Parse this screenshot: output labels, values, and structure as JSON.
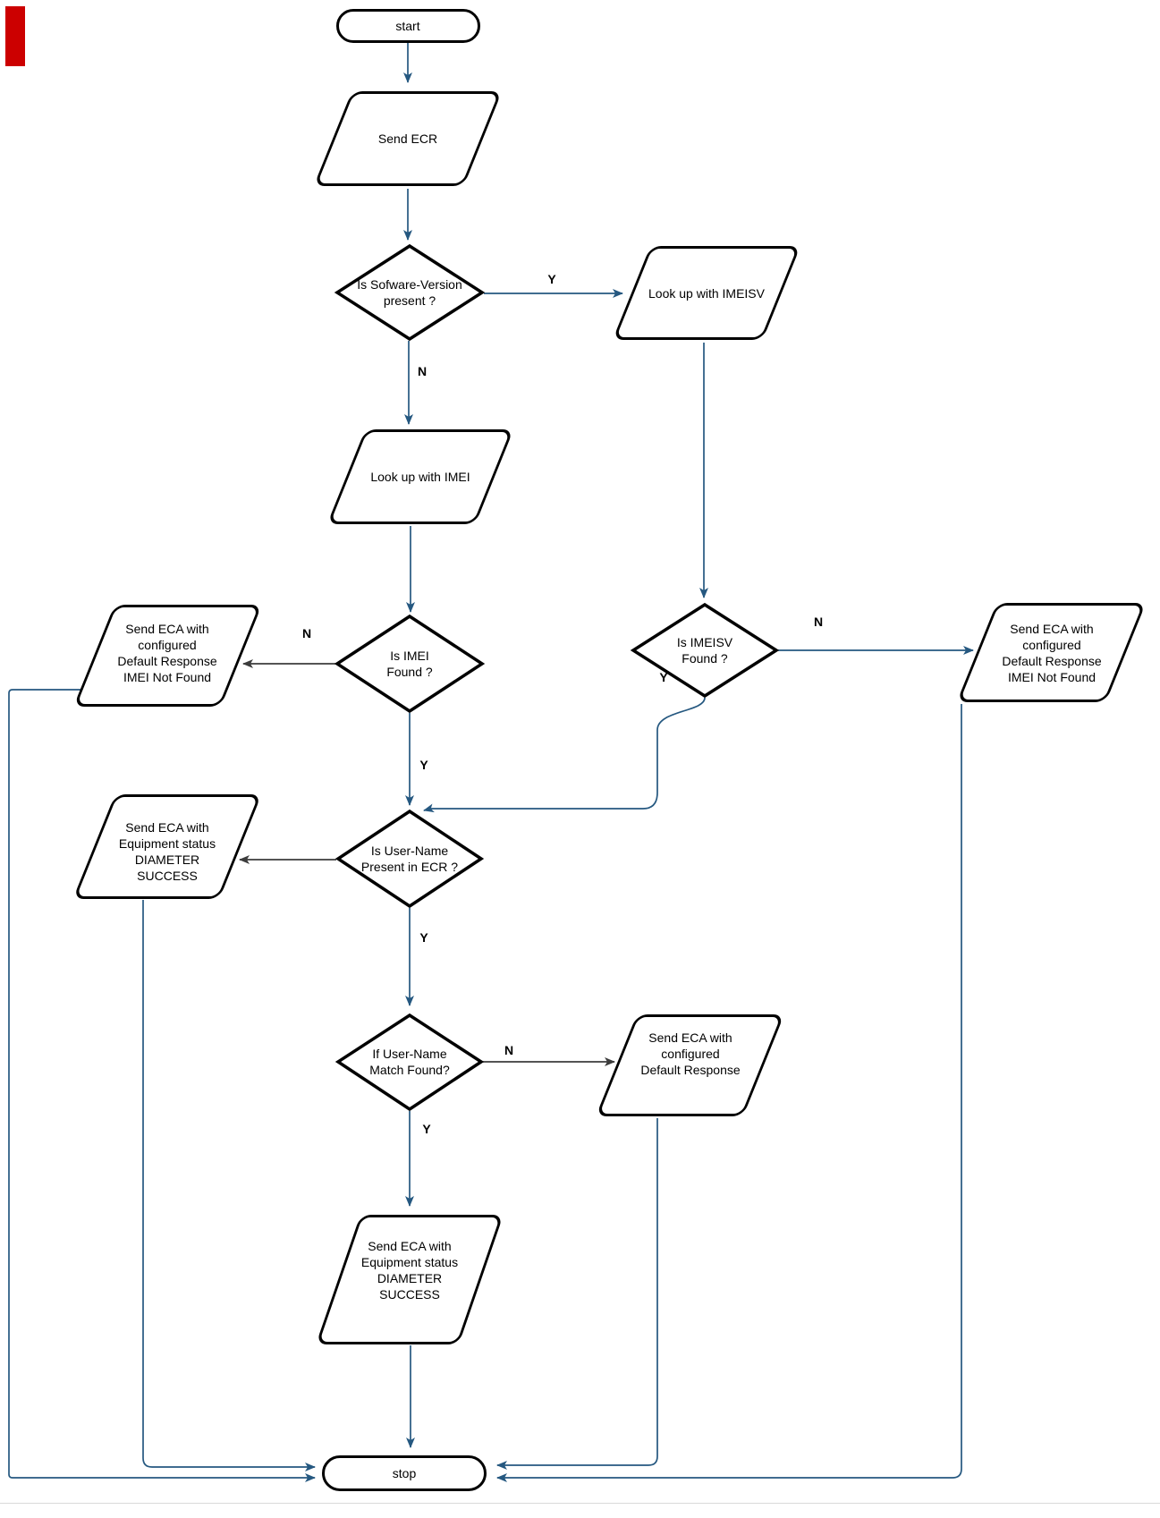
{
  "diagram": {
    "nodes": {
      "start": "start",
      "send_ecr": "Send ECR",
      "is_software_version_present": "Is Sofware-Version\npresent ?",
      "look_up_with_imeisv": "Look up with IMEISV",
      "look_up_with_imei": "Look up with IMEI",
      "is_imei_found": "Is IMEI\nFound ?",
      "send_eca_default_imei_not_found_left": "Send ECA with\nconfigured\nDefault Response\nIMEI Not Found",
      "is_imeisv_found": "Is IMEISV\nFound ?",
      "send_eca_default_imei_not_found_right": "Send ECA with\nconfigured\nDefault Response\nIMEI Not Found",
      "is_user_name_present": "Is User-Name\nPresent in ECR ?",
      "send_eca_equipment_success_left": "Send ECA with\nEquipment status\nDIAMETER\nSUCCESS",
      "if_user_name_match": "If User-Name\nMatch Found?",
      "send_eca_default_response": "Send ECA with\nconfigured\nDefault Response",
      "send_eca_equipment_success_bottom": "Send ECA with\nEquipment status\nDIAMETER\nSUCCESS",
      "stop": "stop"
    },
    "edge_labels": {
      "software_version_yes": "Y",
      "software_version_no": "N",
      "imei_found_no": "N",
      "imei_found_yes": "Y",
      "imeisv_found_no": "N",
      "imeisv_found_yes": "Y",
      "user_name_present_yes": "Y",
      "user_name_match_no": "N",
      "user_name_match_yes": "Y"
    },
    "colors": {
      "connector_blue": "#255880",
      "connector_dark": "#3c3c3c",
      "shape_stroke": "#000000",
      "shape_fill": "#ffffff",
      "accent_red": "#cc0000",
      "divider_gray": "#d9d9d9"
    }
  }
}
